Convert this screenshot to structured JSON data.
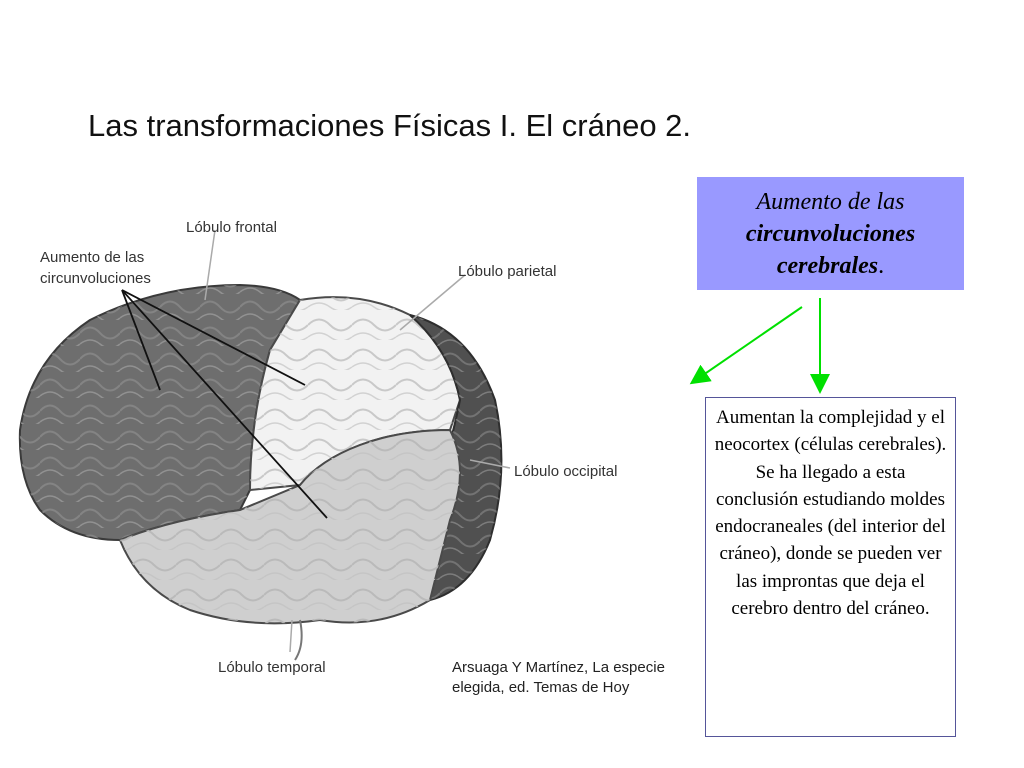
{
  "slide": {
    "title": "Las transformaciones Físicas I. El cráneo 2."
  },
  "figure": {
    "labels": {
      "frontal": "Lóbulo frontal",
      "parietal": "Lóbulo parietal",
      "occipital": "Lóbulo occipital",
      "temporal": "Lóbulo temporal",
      "circ_line1": "Aumento de las",
      "circ_line2": "circunvoluciones"
    },
    "caption": {
      "line1": "Arsuaga Y Martínez, La especie",
      "line2": "elegida, ed. Temas de Hoy"
    }
  },
  "highlight": {
    "line1": "Aumento de las",
    "line2a": "circunvoluciones",
    "line2b": "cerebrales",
    "period": "."
  },
  "info": {
    "text": "Aumentan la complejidad y el neocortex (células cerebrales). Se ha llegado a esta conclusión estudiando moldes endocraneales (del interior del cráneo), donde se pueden ver las improntas que deja el cerebro dentro del cráneo."
  },
  "colors": {
    "highlight_bg": "#9999ff",
    "arrow": "#00e000",
    "info_border": "#555599"
  }
}
